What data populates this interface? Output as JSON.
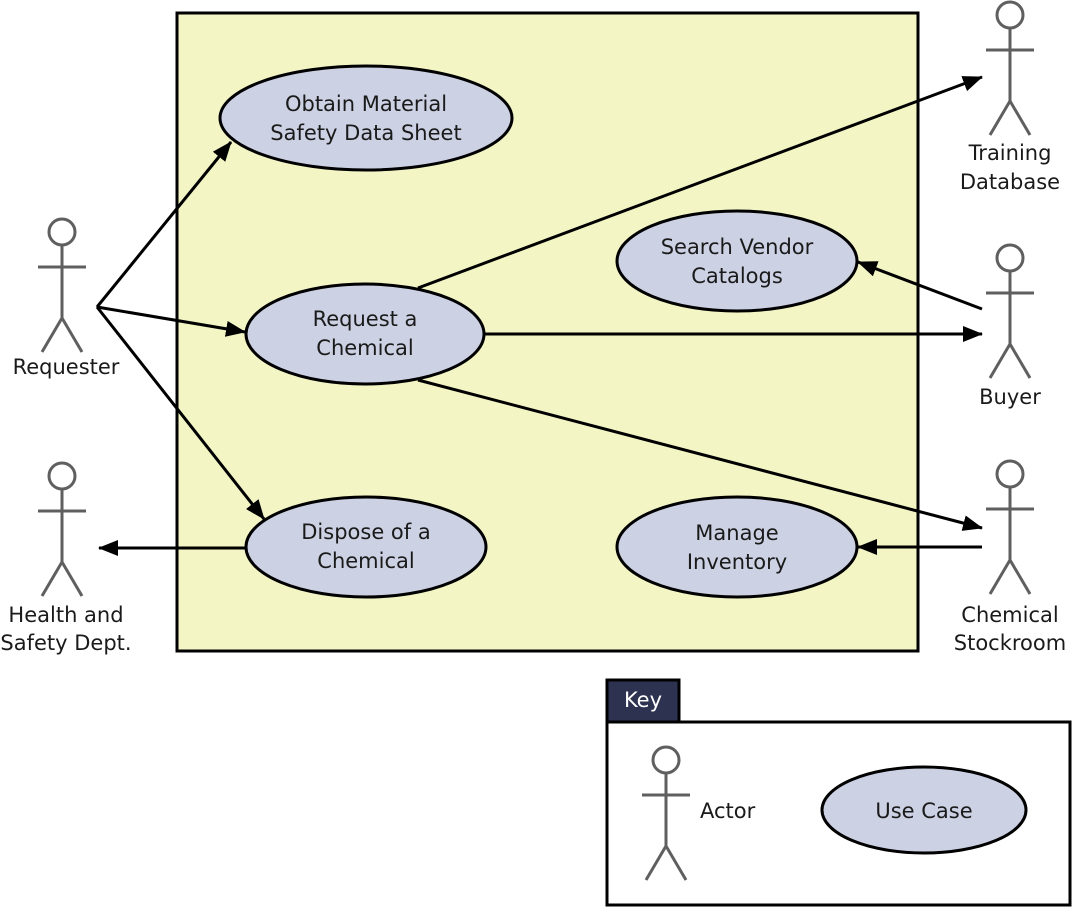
{
  "system_boundary": {
    "fill": "#f3f5c4"
  },
  "use_cases": [
    {
      "id": "obtain-msds",
      "lines": [
        "Obtain Material",
        "Safety Data Sheet"
      ]
    },
    {
      "id": "request-chemical",
      "lines": [
        "Request a",
        "Chemical"
      ]
    },
    {
      "id": "dispose-chemical",
      "lines": [
        "Dispose of a",
        "Chemical"
      ]
    },
    {
      "id": "search-vendor-catalogs",
      "lines": [
        "Search Vendor",
        "Catalogs"
      ]
    },
    {
      "id": "manage-inventory",
      "lines": [
        "Manage",
        "Inventory"
      ]
    }
  ],
  "actors": [
    {
      "id": "requester",
      "lines": [
        "Requester"
      ]
    },
    {
      "id": "health-safety",
      "lines": [
        "Health and",
        "Safety Dept."
      ]
    },
    {
      "id": "training-database",
      "lines": [
        "Training",
        "Database"
      ]
    },
    {
      "id": "buyer",
      "lines": [
        "Buyer"
      ]
    },
    {
      "id": "chemical-stockroom",
      "lines": [
        "Chemical",
        "Stockroom"
      ]
    }
  ],
  "associations": [
    {
      "from": "requester",
      "to": "obtain-msds"
    },
    {
      "from": "requester",
      "to": "request-chemical"
    },
    {
      "from": "requester",
      "to": "dispose-chemical"
    },
    {
      "from": "request-chemical",
      "to": "training-database"
    },
    {
      "from": "request-chemical",
      "to": "buyer"
    },
    {
      "from": "request-chemical",
      "to": "chemical-stockroom"
    },
    {
      "from": "buyer",
      "to": "search-vendor-catalogs"
    },
    {
      "from": "chemical-stockroom",
      "to": "manage-inventory"
    },
    {
      "from": "dispose-chemical",
      "to": "health-safety"
    }
  ],
  "key": {
    "title": "Key",
    "actor_label": "Actor",
    "use_case_label": "Use Case",
    "tab_color": "#2d3250"
  }
}
